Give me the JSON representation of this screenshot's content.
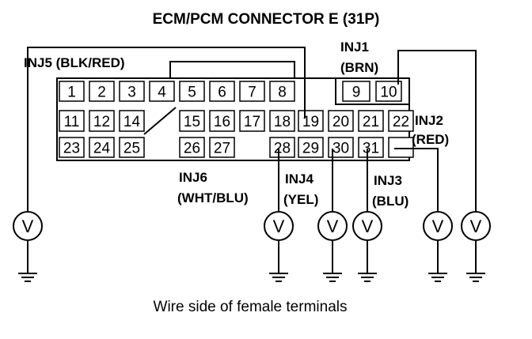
{
  "diagram": {
    "title": "ECM/PCM CONNECTOR E (31P)",
    "caption": "Wire side of female terminals",
    "labels": {
      "inj5": "INJ5 (BLK/RED)",
      "inj1_a": "INJ1",
      "inj1_b": "(BRN)",
      "inj2_a": "INJ2",
      "inj2_b": "(RED)",
      "inj6_a": "INJ6",
      "inj6_b": "(WHT/BLU)",
      "inj4_a": "INJ4",
      "inj4_b": "(YEL)",
      "inj3_a": "INJ3",
      "inj3_b": "(BLU)"
    },
    "meter_symbol": "V",
    "terminals": [
      "1",
      "2",
      "3",
      "4",
      "5",
      "6",
      "7",
      "8",
      "9",
      "10",
      "11",
      "12",
      "14",
      "15",
      "16",
      "17",
      "18",
      "19",
      "20",
      "21",
      "22",
      "23",
      "24",
      "25",
      "26",
      "27",
      "28",
      "29",
      "30",
      "31"
    ]
  }
}
